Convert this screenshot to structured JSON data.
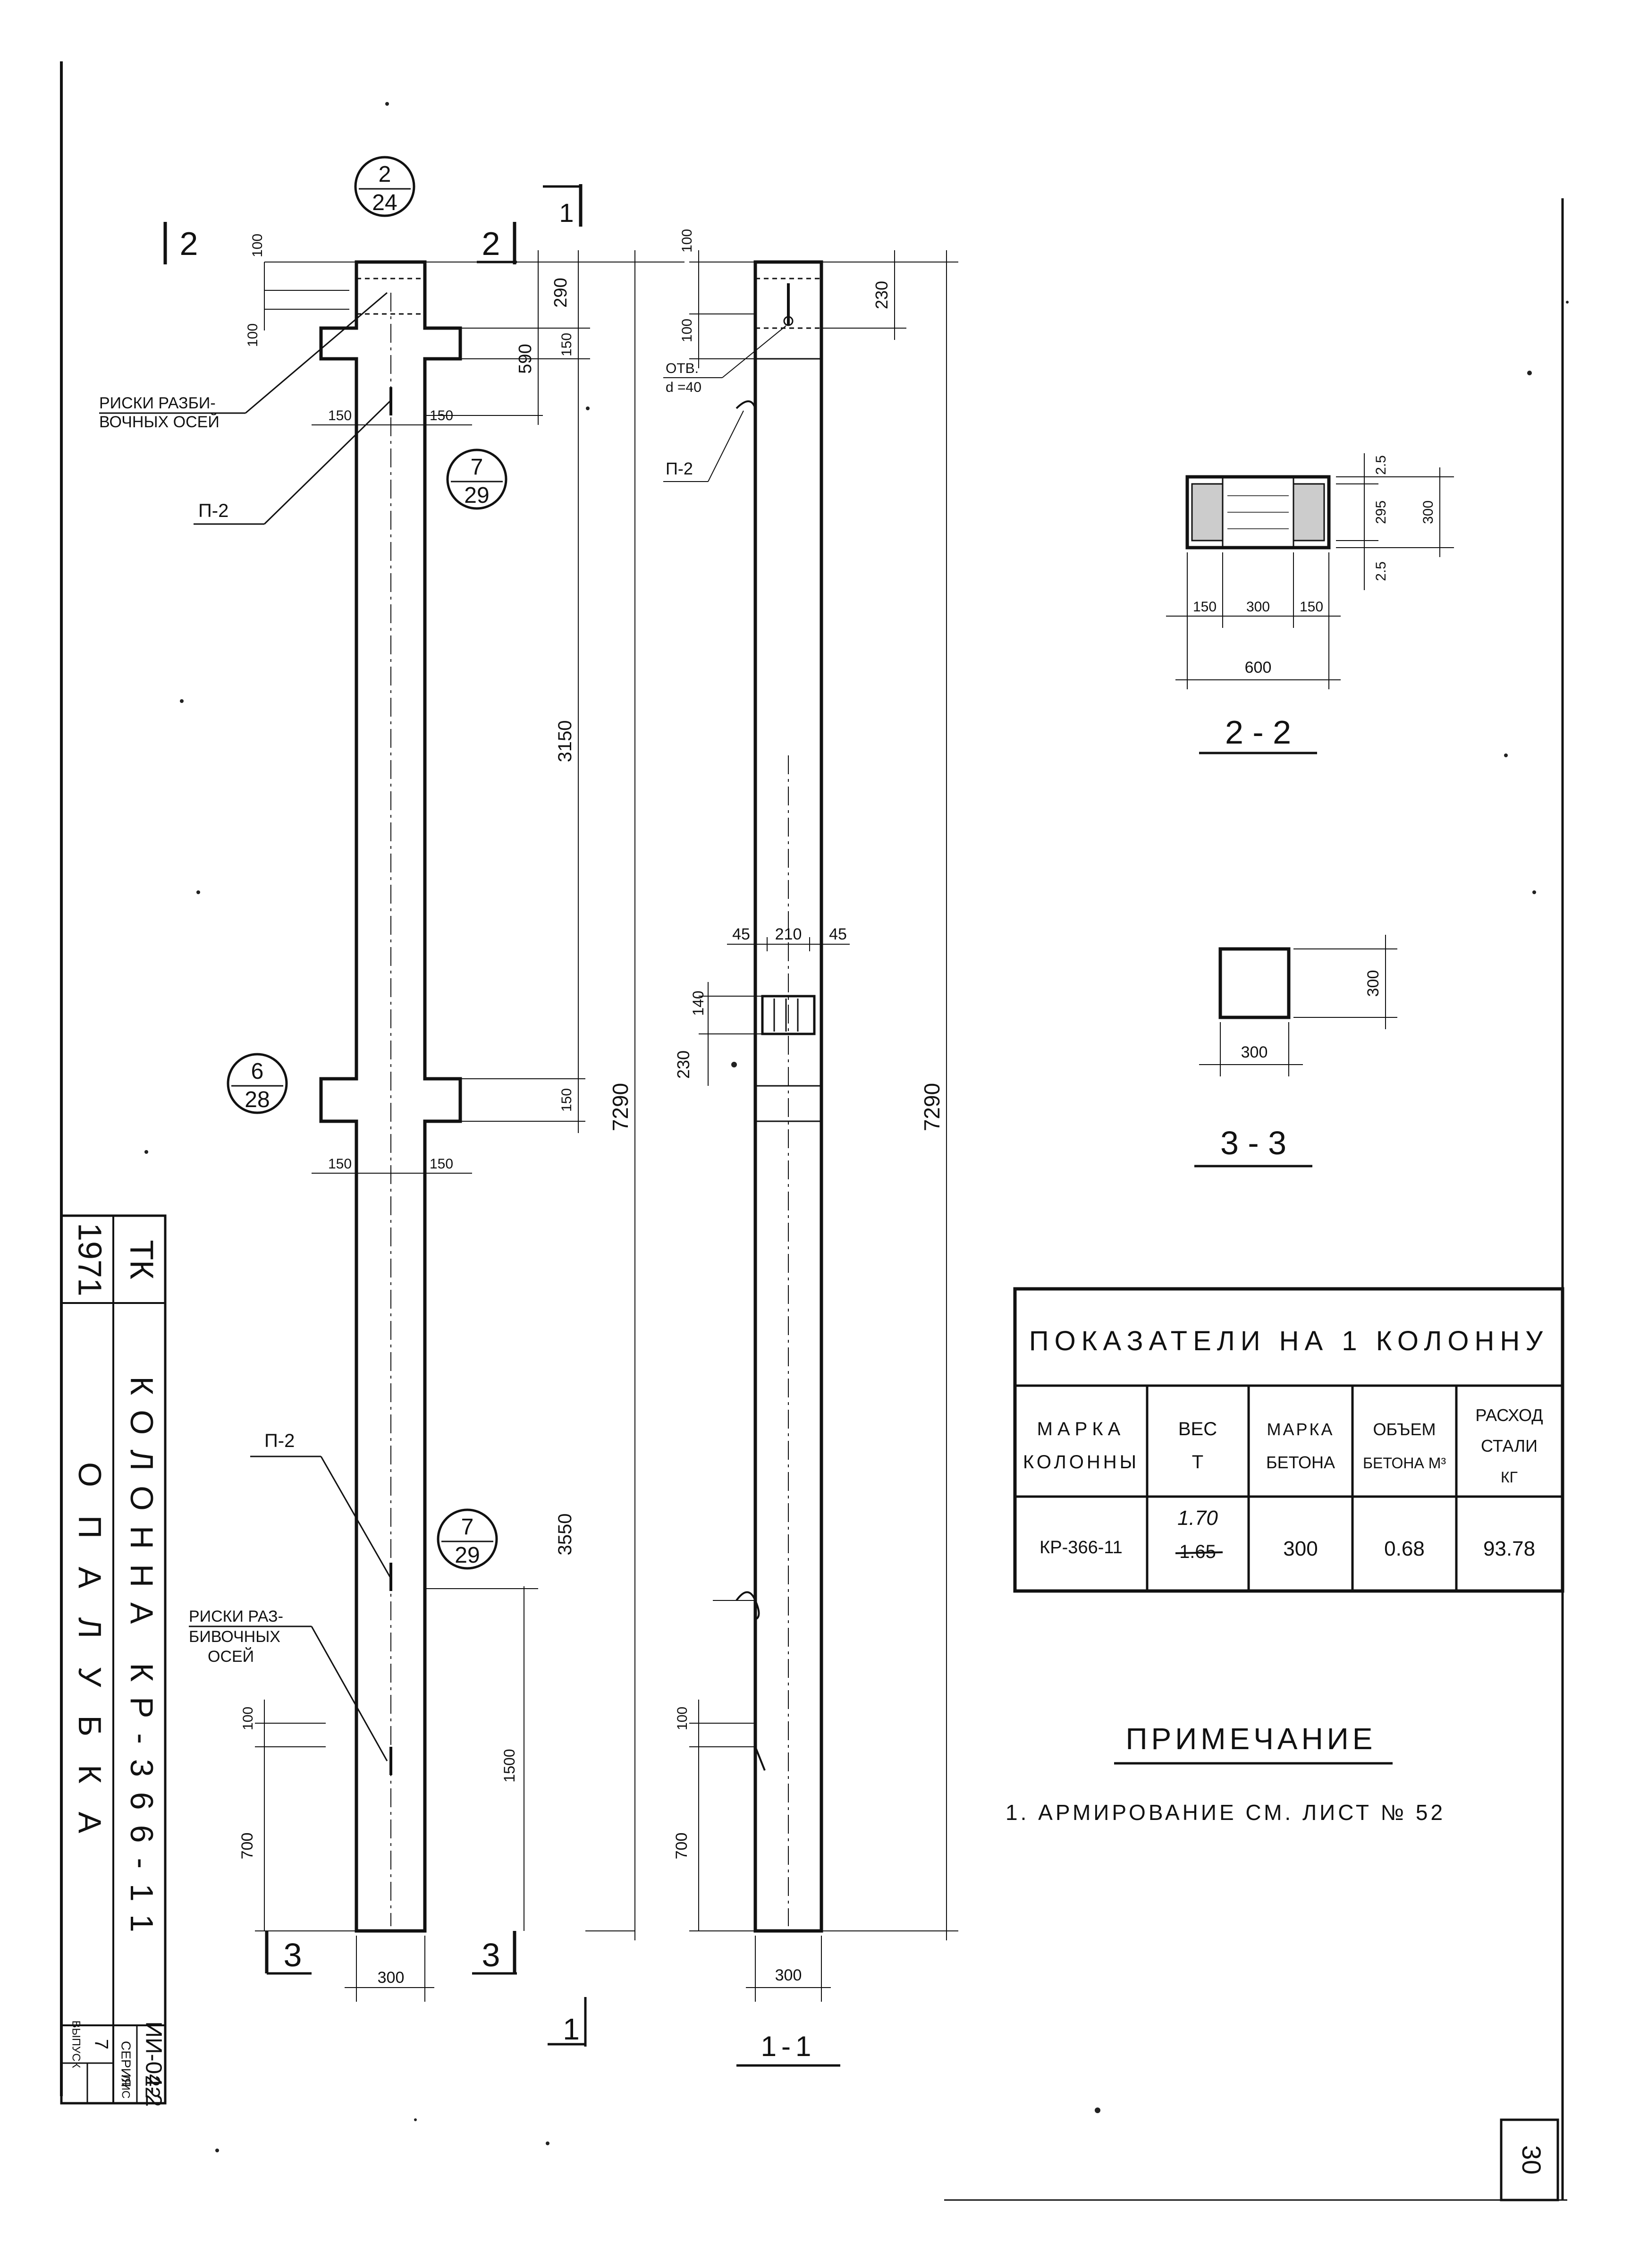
{
  "sheet": {
    "page_number": "30"
  },
  "side_stamp": {
    "year": "1971",
    "org": "ТК",
    "title": "КОЛОННА КР-366-11",
    "subtitle": "ОПАЛУБКА",
    "series_label": "СЕРИЯ",
    "series": "ИИ-04-2",
    "issue_label": "ВЫПУСК",
    "issue": "7",
    "sheet_label": "ЛИС",
    "sheet": "22"
  },
  "front_view": {
    "section_mark": "1",
    "cut_2_left": "2",
    "cut_2_right": "2",
    "cut_3_left": "3",
    "cut_3_right": "3",
    "dim_top_100a": "100",
    "dim_top_100b": "100",
    "dim_290": "290",
    "dim_150_right": "150",
    "dim_590": "590",
    "dim_150_left": "150",
    "dim_150_r2": "150",
    "dim_3150": "3150",
    "dim_7290": "7290",
    "dim_150_mid": "150",
    "dim_150_lower_l": "150",
    "dim_150_lower_r": "150",
    "dim_3550": "3550",
    "dim_1500": "1500",
    "dim_100_bottom": "100",
    "dim_700": "700",
    "dim_width": "300",
    "label_axes_top_1": "РИСКИ РАЗБИ-",
    "label_axes_top_2": "ВОЧНЫХ ОСЕЙ",
    "label_p2_top": "П-2",
    "label_p2_bottom": "П-2",
    "label_axes_bot_1": "РИСКИ РАЗ-",
    "label_axes_bot_2": "БИВОЧНЫХ",
    "label_axes_bot_3": "ОСЕЙ",
    "ref_top_num": "2",
    "ref_top_den": "24",
    "ref_729a_num": "7",
    "ref_729a_den": "29",
    "ref_628_num": "6",
    "ref_628_den": "28",
    "ref_729b_num": "7",
    "ref_729b_den": "29"
  },
  "side_view": {
    "cut_1": "1",
    "section_label": "1-1",
    "dim_100a": "100",
    "dim_100b": "100",
    "dim_230": "230",
    "label_hole_1": "ОТВ.",
    "label_hole_2": "d =40",
    "label_p2": "П-2",
    "dim_45_left": "45",
    "dim_210": "210",
    "dim_45_right": "45",
    "dim_140": "140",
    "dim_230_lower": "230",
    "dim_7290": "7290",
    "dim_100_bottom": "100",
    "dim_700": "700",
    "dim_width": "300"
  },
  "section_2_2": {
    "title": "2 - 2",
    "dim_150_l": "150",
    "dim_300": "300",
    "dim_150_r": "150",
    "dim_600": "600",
    "dim_2_5_top": "2.5",
    "dim_295": "295",
    "dim_2_5_bottom": "2.5",
    "dim_300_h": "300"
  },
  "section_3_3": {
    "title": "3 - 3",
    "dim_w": "300",
    "dim_h": "300"
  },
  "indicators_table": {
    "title": "ПОКАЗАТЕЛИ НА 1 КОЛОННУ",
    "headers": [
      [
        "МАРКА",
        "КОЛОННЫ"
      ],
      [
        "ВЕС",
        "Т"
      ],
      [
        "МАРКА",
        "БЕТОНА"
      ],
      [
        "ОБЪЕМ",
        "БЕТОНА М³"
      ],
      [
        "РАСХОД",
        "СТАЛИ",
        "КГ"
      ]
    ],
    "row": {
      "mark": "КР-366-11",
      "weight_corrected": "1.70",
      "weight_original": "1.65",
      "concrete_grade": "300",
      "concrete_volume": "0.68",
      "steel": "93.78"
    }
  },
  "note": {
    "title": "ПРИМЕЧАНИЕ",
    "text": "1. АРМИРОВАНИЕ СМ. ЛИСТ № 52"
  }
}
